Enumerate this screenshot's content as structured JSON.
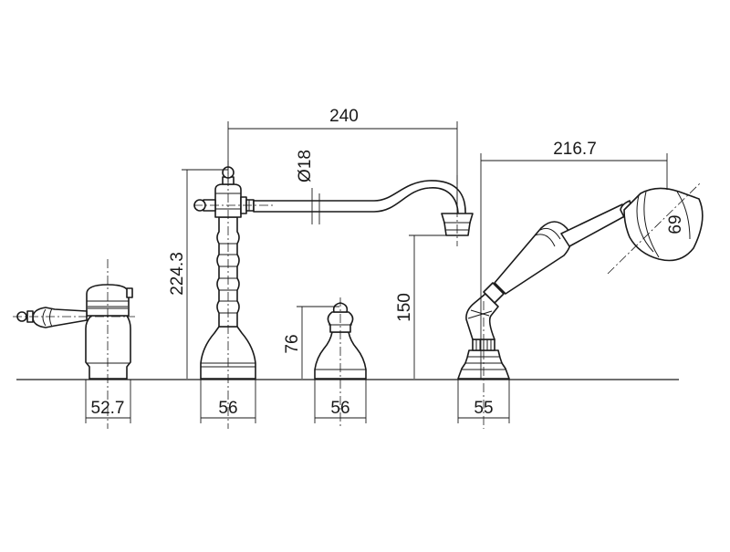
{
  "dimensions": {
    "spout_reach": "240",
    "pipe_diameter": "Ø18",
    "mixer_height": "224.3",
    "spout_clearance": "150",
    "valve_height": "76",
    "shower_hose_length": "216.7",
    "shower_head_width": "69",
    "lever_base_width": "52.7",
    "mixer_base_width": "56",
    "valve_base_width": "56",
    "shower_base_width": "55"
  }
}
